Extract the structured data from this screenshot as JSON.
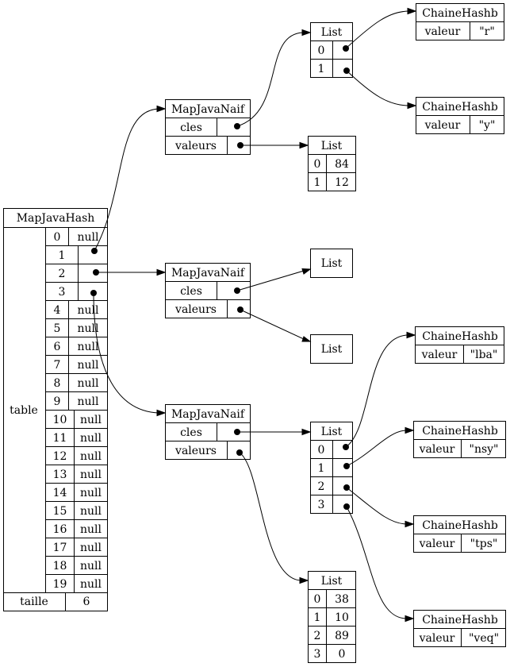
{
  "map_hash": {
    "title": "MapJavaHash",
    "table_label": "table",
    "size_label": "taille",
    "size_value": "6",
    "null_text": "null",
    "slots": [
      "0",
      "1",
      "2",
      "3",
      "4",
      "5",
      "6",
      "7",
      "8",
      "9",
      "10",
      "11",
      "12",
      "13",
      "14",
      "15",
      "16",
      "17",
      "18",
      "19"
    ]
  },
  "map_naif_1": {
    "title": "MapJavaNaif",
    "keys_label": "cles",
    "values_label": "valeurs",
    "keys_list": {
      "title": "List",
      "indices": [
        "0",
        "1"
      ]
    },
    "values_list": {
      "title": "List",
      "indices": [
        "0",
        "1"
      ],
      "values": [
        "84",
        "12"
      ]
    },
    "entries": [
      {
        "title": "ChaineHashb",
        "field": "valeur",
        "value": "\"r\""
      },
      {
        "title": "ChaineHashb",
        "field": "valeur",
        "value": "\"y\""
      }
    ]
  },
  "map_naif_2": {
    "title": "MapJavaNaif",
    "keys_label": "cles",
    "values_label": "valeurs",
    "keys_list": {
      "title": "List"
    },
    "values_list": {
      "title": "List"
    }
  },
  "map_naif_3": {
    "title": "MapJavaNaif",
    "keys_label": "cles",
    "values_label": "valeurs",
    "keys_list": {
      "title": "List",
      "indices": [
        "0",
        "1",
        "2",
        "3"
      ]
    },
    "values_list": {
      "title": "List",
      "indices": [
        "0",
        "1",
        "2",
        "3"
      ],
      "values": [
        "38",
        "10",
        "89",
        "0"
      ]
    },
    "entries": [
      {
        "title": "ChaineHashb",
        "field": "valeur",
        "value": "\"lba\""
      },
      {
        "title": "ChaineHashb",
        "field": "valeur",
        "value": "\"nsy\""
      },
      {
        "title": "ChaineHashb",
        "field": "valeur",
        "value": "\"tps\""
      },
      {
        "title": "ChaineHashb",
        "field": "valeur",
        "value": "\"veq\""
      }
    ]
  }
}
